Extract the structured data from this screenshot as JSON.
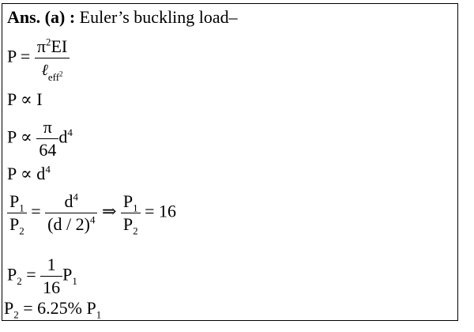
{
  "heading": {
    "bold_part": "Ans. (a) :",
    "text": " Euler’s buckling load–"
  },
  "eq1": {
    "lhs": "P",
    "op": "=",
    "num": "π",
    "num_sup": "2",
    "num_rest": "EI",
    "den_ell": "ℓ",
    "den_sub": "eff",
    "den_sub_sup": "2"
  },
  "eq2": {
    "text": "P ∝ I"
  },
  "eq3": {
    "lhs": "P ∝",
    "num": "π",
    "den": "64",
    "var": "d",
    "var_sup": "4"
  },
  "eq4": {
    "lhs": "P ∝ d",
    "sup": "4"
  },
  "eq5": {
    "lhs_num": "P",
    "lhs_num_sub": "1",
    "lhs_den": "P",
    "lhs_den_sub": "2",
    "op": "=",
    "mid_num": "d",
    "mid_num_sup": "4",
    "mid_den": "(d / 2)",
    "mid_den_sup": "4",
    "arrow": "⇒",
    "r_num": "P",
    "r_num_sub": "1",
    "r_den": "P",
    "r_den_sub": "2",
    "result": "= 16"
  },
  "eq6": {
    "lhs": "P",
    "lhs_sub": "2",
    "op": "=",
    "num": "1",
    "den": "16",
    "rhs": "P",
    "rhs_sub": "1"
  },
  "eq7": {
    "lhs": "P",
    "lhs_sub": "2",
    "rest": " = 6.25% P",
    "rest_sub": "1"
  }
}
